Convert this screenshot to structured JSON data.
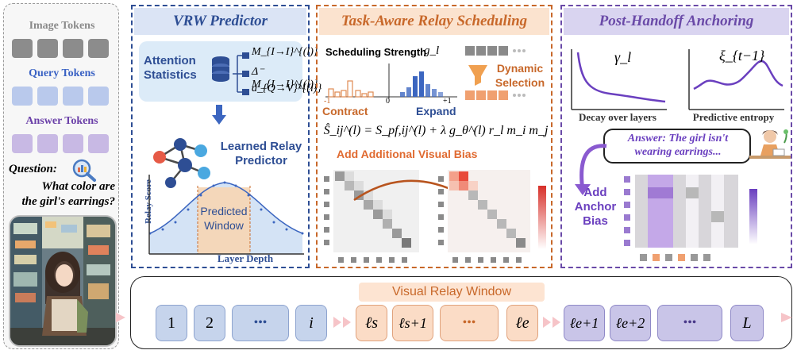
{
  "sidebar": {
    "image_tokens": "Image Tokens",
    "query_tokens": "Query Tokens",
    "answer_tokens": "Answer Tokens",
    "question_label": "Question:",
    "question_line1": "What color are",
    "question_line2": "the girl's earrings?"
  },
  "panel1": {
    "title": "VRW Predictor",
    "attention_label": "Attention Statistics",
    "metric1": "M_{I→I}^{(l)}",
    "metric2": "Δ⁻ M_{I→I}^{(l)}",
    "metric3": "a_{Q→V}^{(l)}",
    "learned_label1": "Learned Relay",
    "learned_label2": "Predictor",
    "ylabel": "Relay Score",
    "xlabel": "Layer Depth",
    "window_label1": "Predicted",
    "window_label2": "Window"
  },
  "panel2": {
    "title": "Task-Aware Relay Scheduling",
    "strength_label": "Scheduling Strength",
    "strength_symbol": "g_l",
    "tick_neg": "-1",
    "tick_zero": "0",
    "tick_pos": "+1",
    "contract": "Contract",
    "expand": "Expand",
    "dyn1": "Dynamic",
    "dyn2": "Selection",
    "formula": "Ŝ_ij^(l) = S_pf,ij^(l) + λ g_θ^(l) r_l m_i m_j",
    "bias_label": "Add Additional Visual Bias"
  },
  "panel3": {
    "title": "Post-Handoff Anchoring",
    "gamma": "γ_l",
    "xi": "ξ_{t−1}",
    "decay": "Decay over layers",
    "entropy": "Predictive entropy",
    "answer": "Answer: The girl isn't wearing earrings...",
    "anchor1": "Add",
    "anchor2": "Anchor",
    "anchor3": "Bias"
  },
  "bottom": {
    "window_label": "Visual Relay Window",
    "t1": "1",
    "t2": "2",
    "dots": "•••",
    "ti": "i",
    "ls": "ℓs",
    "ls1": "ℓs+1",
    "le": "ℓe",
    "le1": "ℓe+1",
    "le2": "ℓe+2",
    "L": "L"
  },
  "colors": {
    "blue_border": "#2e4e94",
    "orange_border": "#c8682a",
    "purple_border": "#6a4aa8",
    "blue_title_bg": "#dbe4f5",
    "orange_title_bg": "#fbe3cf",
    "purple_title_bg": "#d9d4f0"
  }
}
